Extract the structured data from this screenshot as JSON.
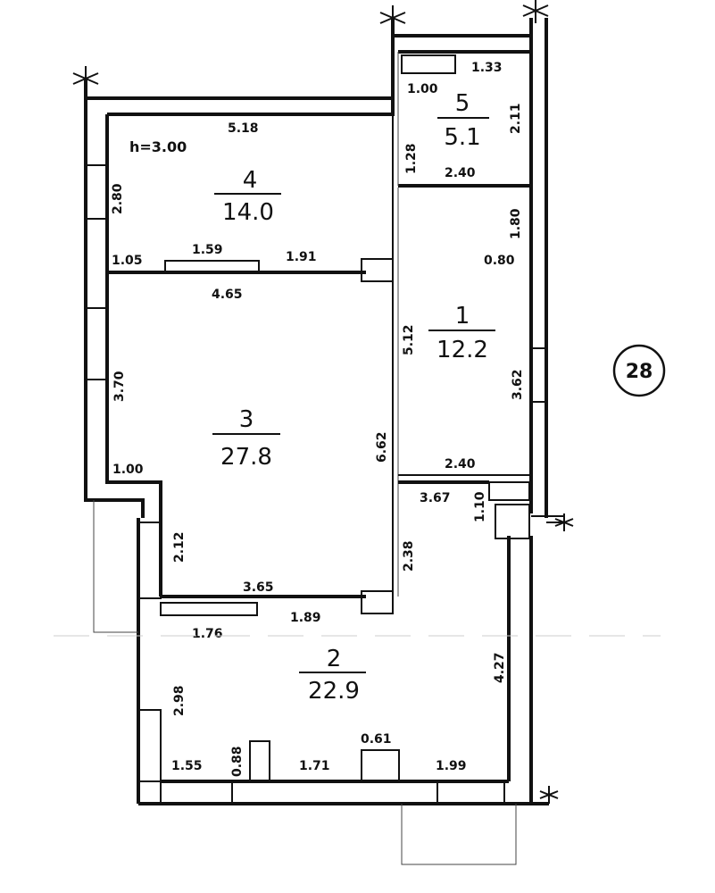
{
  "apartment_number": "28",
  "ceiling_height": "h=3.00",
  "rooms": [
    {
      "number": "1",
      "area": "12.2"
    },
    {
      "number": "2",
      "area": "22.9"
    },
    {
      "number": "3",
      "area": "27.8"
    },
    {
      "number": "4",
      "area": "14.0"
    },
    {
      "number": "5",
      "area": "5.1"
    }
  ],
  "dimensions": {
    "r4_top": "5.18",
    "r4_left": "2.80",
    "r4_bottom_left": "1.05",
    "r4_bottom_mid": "1.59",
    "r4_bottom_right": "1.91",
    "r3_top": "4.65",
    "r3_left": "3.70",
    "r3_left_bottom": "1.00",
    "r3_right": "6.62",
    "r3_lower_left": "2.12",
    "r3_bottom": "3.65",
    "r3_bottom_right": "1.89",
    "r2_top_left": "1.76",
    "r2_left": "2.98",
    "r2_bottom_left": "1.55",
    "r2_bottom_small": "0.88",
    "r2_bottom_mid": "1.71",
    "r2_bottom_right": "1.99",
    "r2_fixture": "0.61",
    "r2_right": "4.27",
    "r2_left_upper": "2.38",
    "r5_top": "1.33",
    "r5_top_left": "1.00",
    "r5_left": "1.28",
    "r5_right": "2.11",
    "r5_bottom": "2.40",
    "r1_top_right": "1.80",
    "r1_right_mid": "0.80",
    "r1_left": "5.12",
    "r1_right": "3.62",
    "r1_bottom": "2.40",
    "r1_bottom_small": "3.67",
    "r1_bottom_tiny": "1.10"
  }
}
